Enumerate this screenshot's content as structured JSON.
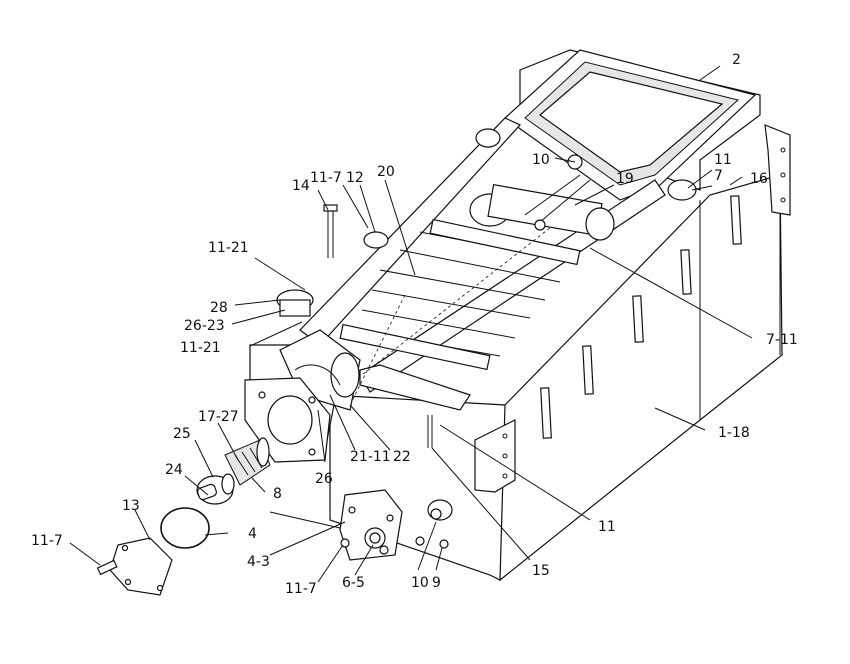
{
  "diagram": {
    "callouts": [
      {
        "id": "c2",
        "text": "2"
      },
      {
        "id": "c10a",
        "text": "10"
      },
      {
        "id": "c11a",
        "text": "11"
      },
      {
        "id": "c7",
        "text": "7"
      },
      {
        "id": "c16",
        "text": "16"
      },
      {
        "id": "c19",
        "text": "19"
      },
      {
        "id": "c20",
        "text": "20"
      },
      {
        "id": "c11_7a",
        "text": "11-7"
      },
      {
        "id": "c12",
        "text": "12"
      },
      {
        "id": "c14",
        "text": "14"
      },
      {
        "id": "c11_21a",
        "text": "11-21"
      },
      {
        "id": "c28",
        "text": "28"
      },
      {
        "id": "c26_23",
        "text": "26-23"
      },
      {
        "id": "c11_21b",
        "text": "11-21"
      },
      {
        "id": "c7_11",
        "text": "7-11"
      },
      {
        "id": "c17_27",
        "text": "17-27"
      },
      {
        "id": "c25",
        "text": "25"
      },
      {
        "id": "c24",
        "text": "24"
      },
      {
        "id": "c8",
        "text": "8"
      },
      {
        "id": "c26",
        "text": "26"
      },
      {
        "id": "c21_11",
        "text": "21-11"
      },
      {
        "id": "c22",
        "text": "22"
      },
      {
        "id": "c1_18",
        "text": "1-18"
      },
      {
        "id": "c13",
        "text": "13"
      },
      {
        "id": "c4",
        "text": "4"
      },
      {
        "id": "c11_7b",
        "text": "11-7"
      },
      {
        "id": "c4_3",
        "text": "4-3"
      },
      {
        "id": "c11_7c",
        "text": "11-7"
      },
      {
        "id": "c6_5",
        "text": "6-5"
      },
      {
        "id": "c10b",
        "text": "10"
      },
      {
        "id": "c9",
        "text": "9"
      },
      {
        "id": "c15",
        "text": "15"
      },
      {
        "id": "c11b",
        "text": "11"
      }
    ]
  }
}
